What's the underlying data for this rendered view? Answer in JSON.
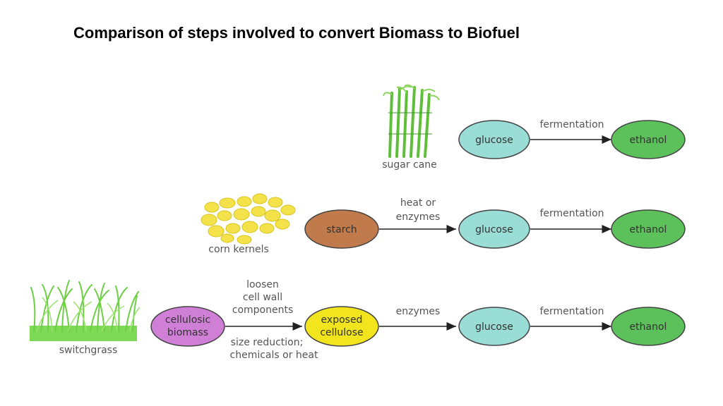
{
  "title": "Comparison of steps involved to convert Biomass to Biofuel",
  "sources": {
    "sugar_cane": "sugar cane",
    "corn_kernels": "corn kernels",
    "switchgrass": "switchgrass"
  },
  "nodes": {
    "glucose": "glucose",
    "ethanol": "ethanol",
    "starch": "starch",
    "cellulosic_biomass": [
      "cellulosic",
      "biomass"
    ],
    "exposed_cellulose": [
      "exposed",
      "cellulose"
    ]
  },
  "edges": {
    "fermentation": "fermentation",
    "heat_or_enzymes": [
      "heat or",
      "enzymes"
    ],
    "enzymes": "enzymes",
    "loosen": [
      "loosen",
      "cell wall",
      "components"
    ],
    "size_reduction": [
      "size reduction;",
      "chemicals or heat"
    ]
  },
  "colors": {
    "glucose": "#9adcd6",
    "ethanol": "#5cc15a",
    "starch": "#c07a4b",
    "cellulosic_biomass": "#d07fd6",
    "exposed_cellulose": "#f2e51d",
    "grass": "#7ed957",
    "corn": "#f3e24a"
  }
}
